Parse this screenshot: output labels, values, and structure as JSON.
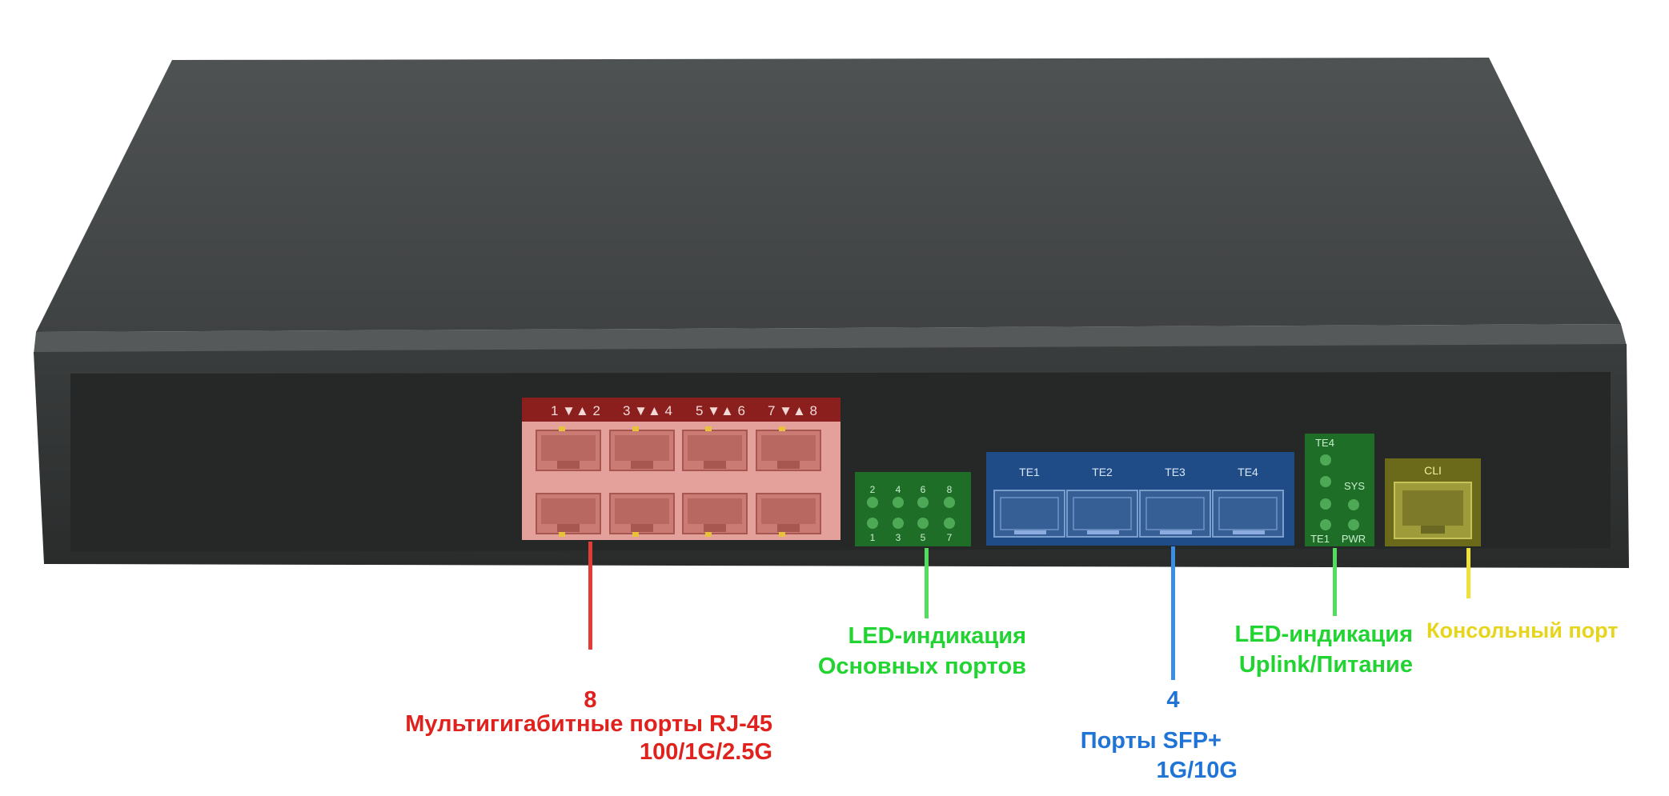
{
  "colors": {
    "rj45": "#d9231f",
    "led_main": "#1fd431",
    "sfp": "#1f74d6",
    "led_uplink": "#1fd431",
    "console": "#e8d918",
    "body_top": "#484b4c",
    "body_front": "#2e3131",
    "panel": "#272a2a"
  },
  "device": {
    "rj45_pair_labels": [
      "1 ▼▲ 2",
      "3 ▼▲ 4",
      "5 ▼▲ 6",
      "7 ▼▲ 8"
    ],
    "led_top_numbers": [
      "2",
      "4",
      "6",
      "8"
    ],
    "led_bottom_numbers": [
      "1",
      "3",
      "5",
      "7"
    ],
    "sfp_labels": [
      "TE1",
      "TE2",
      "TE3",
      "TE4"
    ],
    "uplink_led_labels": {
      "te4": "TE4",
      "sys": "SYS",
      "te1": "TE1",
      "pwr": "PWR"
    },
    "console_label": "CLI"
  },
  "callouts": {
    "rj45": {
      "count": "8",
      "line1": "Мультигигабитные порты RJ-45",
      "line2": "100/1G/2.5G"
    },
    "led_main": {
      "line1": "LED-индикация",
      "line2": "Основных портов"
    },
    "sfp": {
      "count": "4",
      "line1": "Порты SFP+",
      "line2": "1G/10G"
    },
    "led_uplink": {
      "line1": "LED-индикация",
      "line2": "Uplink/Питание"
    },
    "console": {
      "line1": "Консольный порт"
    }
  }
}
